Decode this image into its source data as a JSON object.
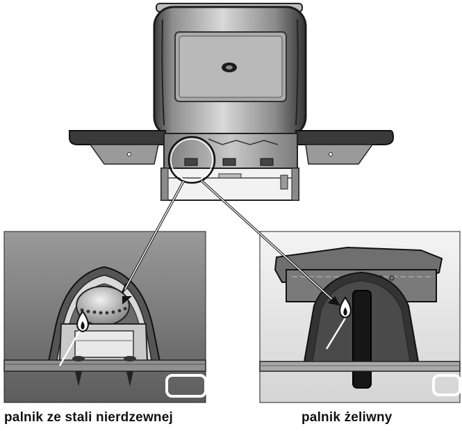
{
  "captions": {
    "stainless_burner": "palnik ze stali nierdzewnej",
    "cast_iron_burner": "palnik żeliwny"
  },
  "icons": {
    "flame": "flame-icon",
    "callout_circle": "magnifier-circle",
    "pointer_arrows": "arrow-icon"
  },
  "colors": {
    "line": "#222222",
    "metal_light": "#d6d6d6",
    "metal_mid": "#8c8c8c",
    "metal_dark": "#3a3a3a",
    "background": "#ffffff"
  }
}
